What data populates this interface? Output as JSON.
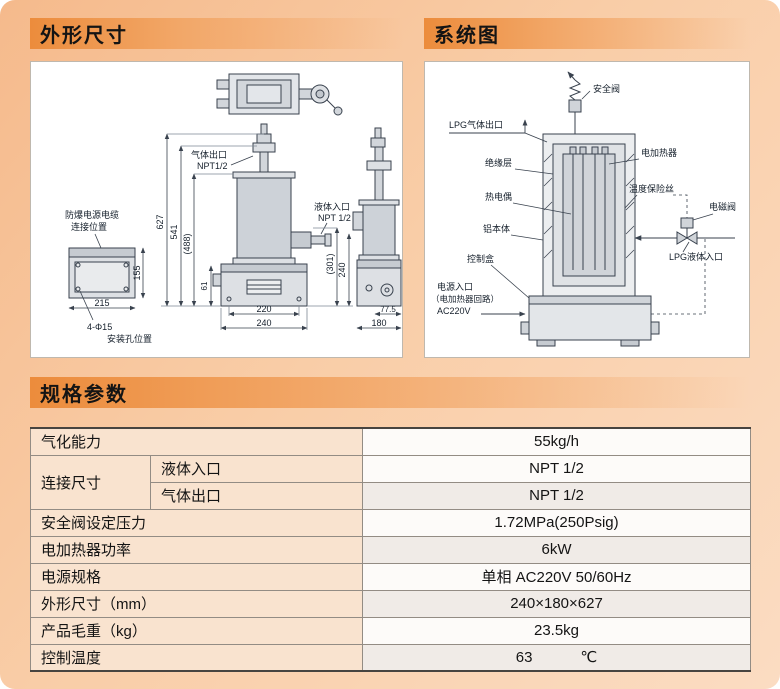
{
  "sections": {
    "dimensions_title": "外形尺寸",
    "system_title": "系统图",
    "specs_title": "规格参数"
  },
  "drawing": {
    "gas_outlet_line1": "气体出口",
    "gas_outlet_line2": "NPT1/2",
    "liquid_inlet_line1": "液体入口",
    "liquid_inlet_line2": "NPT 1/2",
    "cable_label_line1": "防爆电源电缆",
    "cable_label_line2": "连接位置",
    "mount_hole_spec": "4-Φ15",
    "mount_hole_label": "安装孔位置",
    "dim_627": "627",
    "dim_541": "541",
    "dim_488": "(488)",
    "dim_301": "(301)",
    "dim_240_right": "240",
    "dim_61": "61",
    "dim_220": "220",
    "dim_240_bottom": "240",
    "dim_215": "215",
    "dim_155": "155",
    "dim_775": "77.5",
    "dim_180": "180"
  },
  "system": {
    "safety_valve": "安全阀",
    "lpg_gas_outlet": "LPG气体出口",
    "electric_heater": "电加热器",
    "insulation_layer": "绝缘层",
    "thermocouple": "热电偶",
    "temp_fuse": "温度保险丝",
    "solenoid_valve": "电磁阀",
    "aluminum_body": "铝本体",
    "lpg_liquid_inlet": "LPG液体入口",
    "control_box": "控制盒",
    "power_inlet_line1": "电源入口",
    "power_inlet_line2": "（电加热器回路）",
    "power_inlet_line3": "AC220V"
  },
  "specs": {
    "rows": [
      {
        "label": "气化能力",
        "value": "55kg/h"
      },
      {
        "label": "连接尺寸",
        "sub1_label": "液体入口",
        "sub1_value": "NPT 1/2",
        "sub2_label": "气体出口",
        "sub2_value": "NPT 1/2"
      },
      {
        "label": "安全阀设定压力",
        "value": "1.72MPa(250Psig)"
      },
      {
        "label": "电加热器功率",
        "value": "6kW"
      },
      {
        "label": "电源规格",
        "value": "单相 AC220V  50/60Hz"
      },
      {
        "label": "外形尺寸（mm）",
        "value": "240×180×627"
      },
      {
        "label": "产品毛重（kg）",
        "value": "23.5kg"
      },
      {
        "label": "控制温度",
        "value": "63",
        "unit": "℃"
      }
    ]
  }
}
